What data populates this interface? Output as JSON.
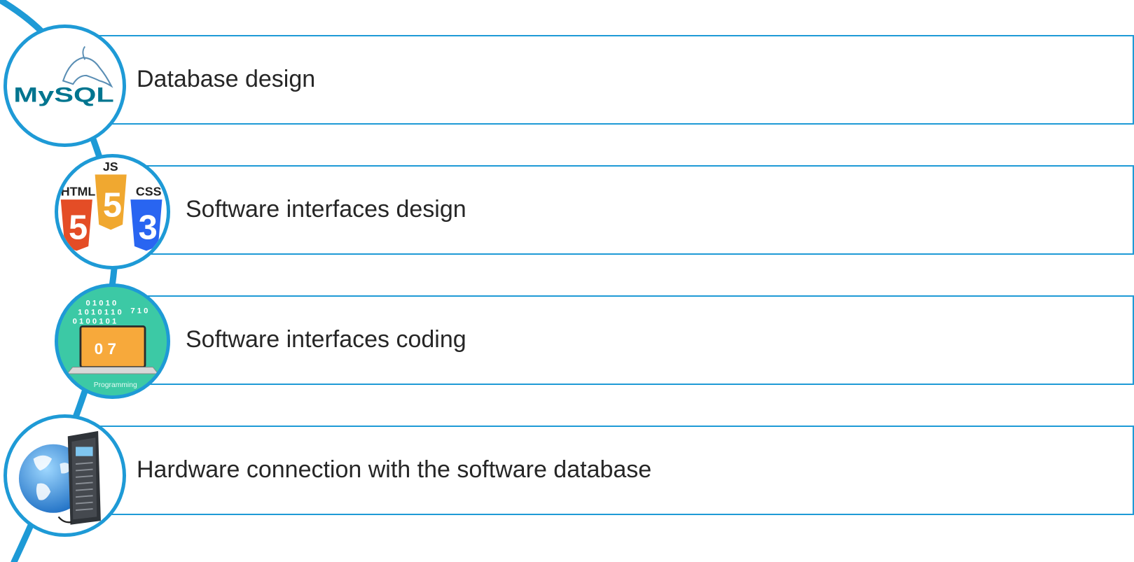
{
  "diagram": {
    "accent_color": "#1E9AD6",
    "steps": [
      {
        "label": "Database design",
        "icon": "mysql-logo-icon"
      },
      {
        "label": "Software interfaces design",
        "icon": "html-js-css-icon"
      },
      {
        "label": "Software interfaces coding",
        "icon": "programming-laptop-icon"
      },
      {
        "label": "Hardware connection with the software database",
        "icon": "globe-server-icon"
      }
    ],
    "icon_text": {
      "mysql": "MySQL",
      "html": "HTML",
      "js": "JS",
      "css": "CSS",
      "programming": "Programming"
    }
  }
}
